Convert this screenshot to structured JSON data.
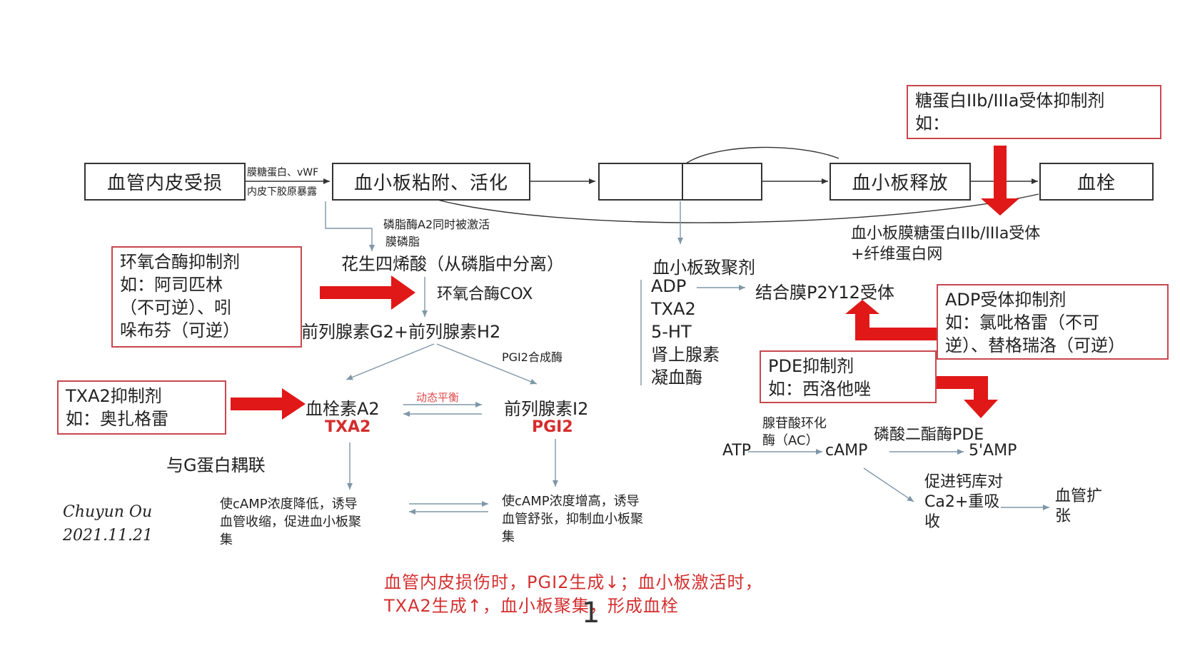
{
  "boxes": {
    "endothelial_damage": "血管内皮受损",
    "adhesion_activation": "血小板粘附、活化",
    "platelet_release": "血小板释放",
    "thrombus": "血栓"
  },
  "edge_labels": {
    "glycoprotein_vwf": "膜糖蛋白、vWF",
    "collagen_exposure": "内皮下胶原暴露",
    "pla2_activated": "磷脂酶A2同时被激活",
    "membrane_phospholipid": "膜磷脂",
    "pgi2_synthase": "PGI2合成酶",
    "dynamic_balance": "动态平衡"
  },
  "pathway": {
    "arachidonic_acid": "花生四烯酸（从磷脂中分离）",
    "cox": "环氧合酶COX",
    "pgg2_pgh2": "前列腺素G2+前列腺素H2",
    "txa2_cn": "血栓素A2",
    "txa2": "TXA2",
    "pgi2_cn": "前列腺素I2",
    "pgi2": "PGI2",
    "g_protein": "与G蛋白耦联",
    "txa2_effect": [
      "使cAMP浓度降低，诱导",
      "血管收缩，促进血小板聚",
      "集"
    ],
    "pgi2_effect": [
      "使cAMP浓度增高，诱导",
      "血管舒张，抑制血小板聚",
      "集"
    ]
  },
  "aggregation": {
    "agonists_title": "血小板致聚剂",
    "agonists": [
      "ADP",
      "TXA2",
      "5-HT",
      "肾上腺素",
      "凝血酶"
    ],
    "p2y12": "结合膜P2Y12受体",
    "gp_receptor": [
      "血小板膜糖蛋白IIb/IIIa受体",
      "+纤维蛋白网"
    ]
  },
  "camp": {
    "ac": [
      "腺苷酸环化",
      "酶（AC）"
    ],
    "atp": "ATP",
    "camp": "cAMP",
    "pde": "磷酸二酯酶PDE",
    "amp5": "5'AMP",
    "calcium": [
      "促进钙库对",
      "Ca2+重吸",
      "收"
    ],
    "vasodilation": [
      "血管扩",
      "张"
    ]
  },
  "inhibitors": {
    "cox": [
      "环氧合酶抑制剂",
      "如：阿司匹林",
      "（不可逆）、吲",
      "哚布芬（可逆）"
    ],
    "txa2": [
      "TXA2抑制剂",
      "如：奥扎格雷"
    ],
    "gp": [
      "糖蛋白IIb/IIIa受体抑制剂",
      "如："
    ],
    "adp": [
      "ADP受体抑制剂",
      "如：氯吡格雷（不可",
      "逆）、替格瑞洛（可逆）"
    ],
    "pde": [
      "PDE抑制剂",
      "如：西洛他唑"
    ]
  },
  "signature": {
    "name": "Chuyun Ou",
    "date": "2021.11.21"
  },
  "footer_note": [
    "血管内皮损伤时，PGI2生成↓；血小板激活时，",
    "TXA2生成↑，血小板聚集，形成血栓"
  ],
  "page_number": "1",
  "colors": {
    "inhibitor_arrow": "#e01818",
    "inhibitor_border": "#c9474f",
    "line": "#333333",
    "thin_arrow": "#7f97a6"
  }
}
